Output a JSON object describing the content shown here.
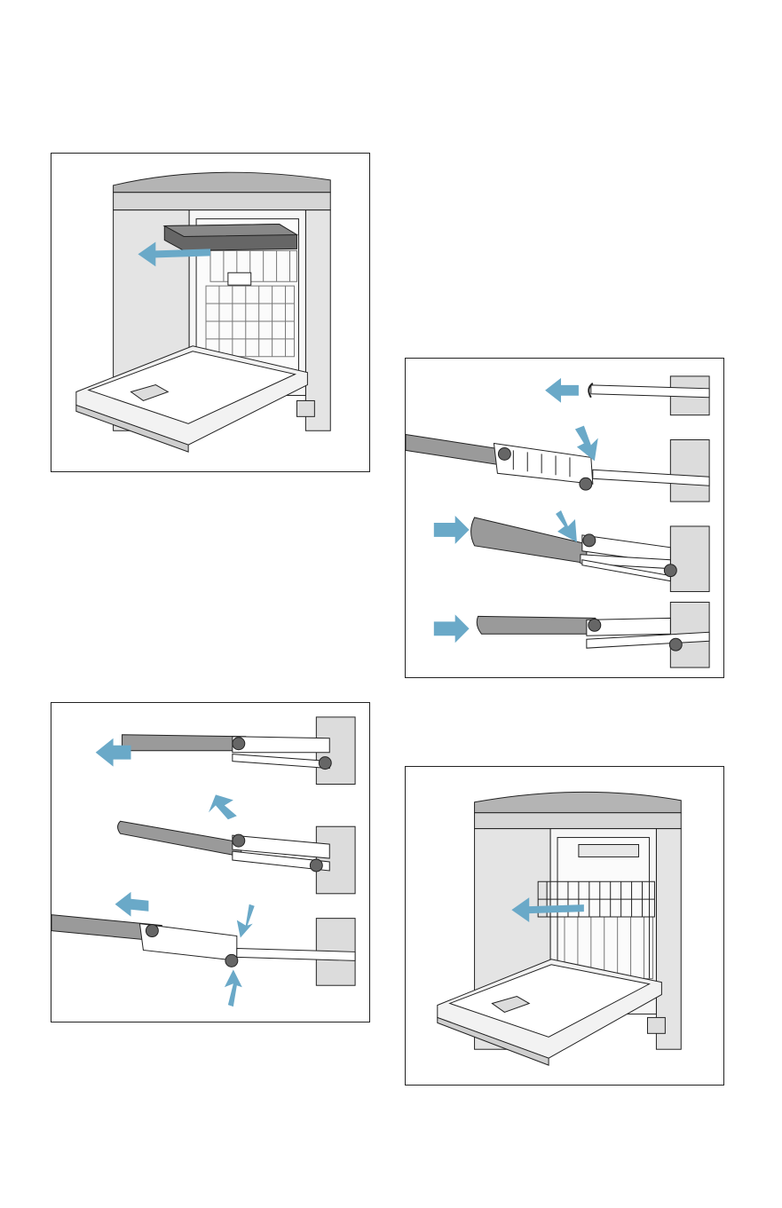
{
  "page": {
    "figures": [
      {
        "id": "fig-top-left",
        "subject": "dishwasher-top-drawer-removal",
        "arrow": "left"
      },
      {
        "id": "fig-mid-right",
        "subject": "rail-stopper-sequence",
        "steps": 4
      },
      {
        "id": "fig-bottom-left",
        "subject": "rail-stopper-removal-sequence",
        "steps": 3
      },
      {
        "id": "fig-bottom-right",
        "subject": "dishwasher-upper-basket-removal",
        "arrow": "left"
      }
    ]
  },
  "colors": {
    "arrow": "#6aa9c8",
    "grey_part": "#9a9a9a",
    "dark_part": "#555555",
    "line": "#222222",
    "wall": "#dcdcdc"
  },
  "icons": [
    "arrow-icon",
    "dishwasher-illustration",
    "rail-illustration",
    "stopper-illustration"
  ]
}
